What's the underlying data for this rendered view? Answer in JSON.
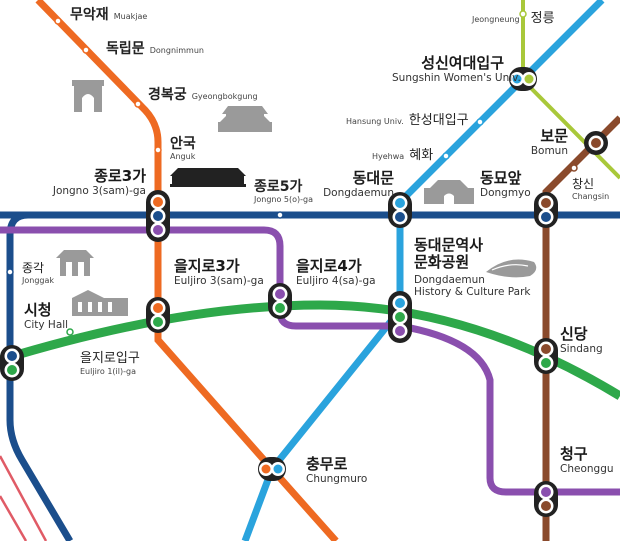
{
  "colors": {
    "line1_navy": "#1b4e8c",
    "line2_green": "#2ea84a",
    "line3_orange": "#ee6a22",
    "line4_cyan": "#2aa3dd",
    "line5_purple": "#8a4fae",
    "line6_brown": "#8a4a2c",
    "ui_line_lime": "#a9c83a",
    "other_red": "#e05b66",
    "landmark_gray": "#9a9a9a"
  },
  "stations": {
    "muakjae": {
      "ko": "무악재",
      "en": "Muakjae"
    },
    "dongnimmun": {
      "ko": "독립문",
      "en": "Dongnimmun"
    },
    "gyeongbokgung": {
      "ko": "경복궁",
      "en": "Gyeongbokgung"
    },
    "anguk": {
      "ko": "안국",
      "en": "Anguk"
    },
    "jongno3ga": {
      "ko": "종로3가",
      "en": "Jongno 3(sam)-ga"
    },
    "jongno5ga": {
      "ko": "종로5가",
      "en": "Jongno 5(o)-ga"
    },
    "dongdaemun": {
      "ko": "동대문",
      "en": "Dongdaemun"
    },
    "dongmyo": {
      "ko": "동묘앞",
      "en": "Dongmyo"
    },
    "changsin": {
      "ko": "창신",
      "en": "Changsin"
    },
    "jeongneung": {
      "ko": "정릉",
      "en": "Jeongneung"
    },
    "sungshin": {
      "ko": "성신여대입구",
      "en": "Sungshin Women's Univ."
    },
    "hansung": {
      "ko": "한성대입구",
      "en": "Hansung Univ."
    },
    "hyehwa": {
      "ko": "혜화",
      "en": "Hyehwa"
    },
    "bomun": {
      "ko": "보문",
      "en": "Bomun"
    },
    "jonggak": {
      "ko": "종각",
      "en": "Jonggak"
    },
    "cityhall": {
      "ko": "시청",
      "en": "City Hall"
    },
    "euljiro1ga": {
      "ko": "을지로입구",
      "en": "Euljiro 1(il)-ga"
    },
    "euljiro3ga": {
      "ko": "을지로3가",
      "en": "Euljiro 3(sam)-ga"
    },
    "euljiro4ga": {
      "ko": "을지로4가",
      "en": "Euljiro 4(sa)-ga"
    },
    "ddp": {
      "ko1": "동대문역사",
      "ko2": "문화공원",
      "en1": "Dongdaemun",
      "en2": "History & Culture Park"
    },
    "sindang": {
      "ko": "신당",
      "en": "Sindang"
    },
    "chungmuro": {
      "ko": "충무로",
      "en": "Chungmuro"
    },
    "cheonggu": {
      "ko": "청구",
      "en": "Cheonggu"
    }
  }
}
